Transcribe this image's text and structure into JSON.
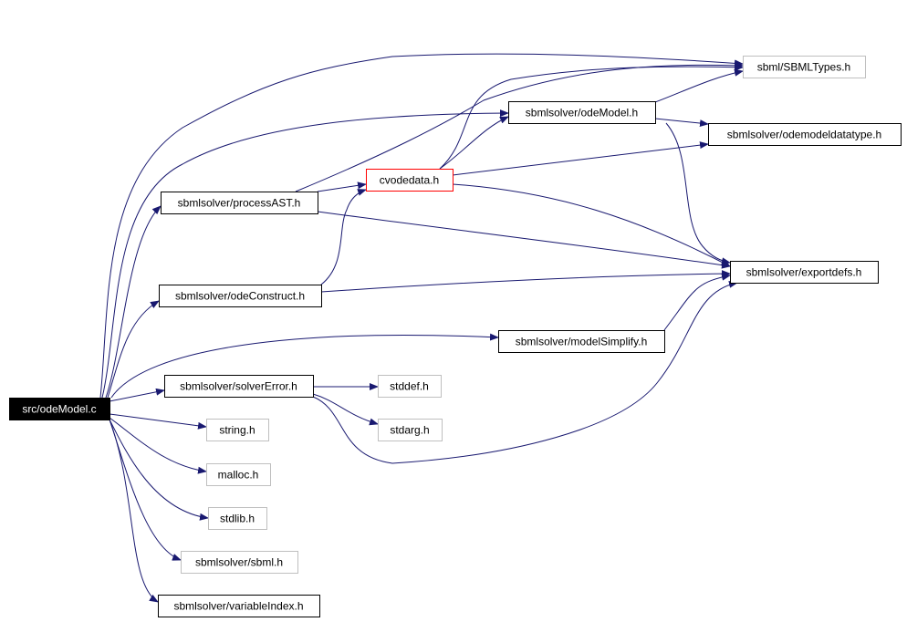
{
  "graph": {
    "edge_color": "#191970",
    "nodes": [
      {
        "id": "src_odeModel_c",
        "label": "src/odeModel.c",
        "style": "root"
      },
      {
        "id": "processAST",
        "label": "sbmlsolver/processAST.h",
        "style": "documented"
      },
      {
        "id": "odeConstruct",
        "label": "sbmlsolver/odeConstruct.h",
        "style": "documented"
      },
      {
        "id": "modelSimplify",
        "label": "sbmlsolver/modelSimplify.h",
        "style": "documented"
      },
      {
        "id": "solverError",
        "label": "sbmlsolver/solverError.h",
        "style": "documented"
      },
      {
        "id": "string_h",
        "label": "string.h",
        "style": "external"
      },
      {
        "id": "malloc_h",
        "label": "malloc.h",
        "style": "external"
      },
      {
        "id": "stdlib_h",
        "label": "stdlib.h",
        "style": "external"
      },
      {
        "id": "sbml_h",
        "label": "sbmlsolver/sbml.h",
        "style": "external"
      },
      {
        "id": "variableIndex",
        "label": "sbmlsolver/variableIndex.h",
        "style": "documented"
      },
      {
        "id": "cvodedata",
        "label": "cvodedata.h",
        "style": "cyclic"
      },
      {
        "id": "odeModel_h",
        "label": "sbmlsolver/odeModel.h",
        "style": "documented"
      },
      {
        "id": "SBMLTypes",
        "label": "sbml/SBMLTypes.h",
        "style": "external"
      },
      {
        "id": "odemodeldatatype",
        "label": "sbmlsolver/odemodeldatatype.h",
        "style": "documented"
      },
      {
        "id": "exportdefs",
        "label": "sbmlsolver/exportdefs.h",
        "style": "documented"
      },
      {
        "id": "stddef_h",
        "label": "stddef.h",
        "style": "external"
      },
      {
        "id": "stdarg_h",
        "label": "stdarg.h",
        "style": "external"
      }
    ],
    "edges": [
      {
        "from": "src_odeModel_c",
        "to": "processAST"
      },
      {
        "from": "src_odeModel_c",
        "to": "odeConstruct"
      },
      {
        "from": "src_odeModel_c",
        "to": "modelSimplify"
      },
      {
        "from": "src_odeModel_c",
        "to": "solverError"
      },
      {
        "from": "src_odeModel_c",
        "to": "string_h"
      },
      {
        "from": "src_odeModel_c",
        "to": "malloc_h"
      },
      {
        "from": "src_odeModel_c",
        "to": "stdlib_h"
      },
      {
        "from": "src_odeModel_c",
        "to": "sbml_h"
      },
      {
        "from": "src_odeModel_c",
        "to": "variableIndex"
      },
      {
        "from": "src_odeModel_c",
        "to": "odeModel_h"
      },
      {
        "from": "src_odeModel_c",
        "to": "SBMLTypes"
      },
      {
        "from": "processAST",
        "to": "cvodedata"
      },
      {
        "from": "processAST",
        "to": "exportdefs"
      },
      {
        "from": "processAST",
        "to": "SBMLTypes"
      },
      {
        "from": "odeConstruct",
        "to": "cvodedata"
      },
      {
        "from": "odeConstruct",
        "to": "exportdefs"
      },
      {
        "from": "cvodedata",
        "to": "odeModel_h"
      },
      {
        "from": "cvodedata",
        "to": "SBMLTypes"
      },
      {
        "from": "cvodedata",
        "to": "odemodeldatatype"
      },
      {
        "from": "cvodedata",
        "to": "exportdefs"
      },
      {
        "from": "odeModel_h",
        "to": "SBMLTypes"
      },
      {
        "from": "odeModel_h",
        "to": "odemodeldatatype"
      },
      {
        "from": "odeModel_h",
        "to": "exportdefs"
      },
      {
        "from": "modelSimplify",
        "to": "exportdefs"
      },
      {
        "from": "solverError",
        "to": "stddef_h"
      },
      {
        "from": "solverError",
        "to": "stdarg_h"
      },
      {
        "from": "solverError",
        "to": "exportdefs"
      }
    ]
  }
}
